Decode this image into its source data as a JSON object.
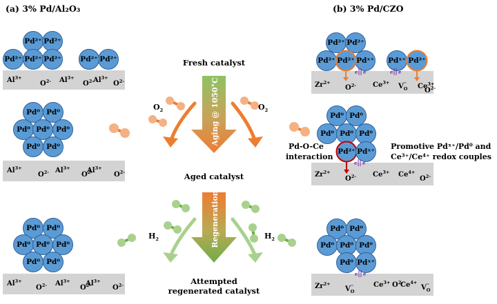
{
  "titles": {
    "left": "(a) 3% Pd/Al₂O₃",
    "right": "(b) 3% Pd/CZO"
  },
  "center": {
    "fresh": "Fresh catalyst",
    "aging": "Aging @ 1050°C",
    "aged": "Aged catalyst",
    "regen_arrow": "Regeneration",
    "attempted_1": "Attempted",
    "attempted_2": "regenerated catalyst",
    "o2_label": "O",
    "o2_sub": "2",
    "h2_label": "H",
    "h2_sub": "2"
  },
  "notes": {
    "pdoce_1": "Pd-O-Ce",
    "pdoce_2": "interaction",
    "promo_1": "Promotive Pdˣ⁺/Pd⁰ and",
    "promo_2": "Ce³⁺/Ce⁴⁺ redox couples"
  },
  "particle_labels": {
    "pd2": "Pd²⁺",
    "pd0": "Pd⁰",
    "pdx": "Pdˣ⁺"
  },
  "support_labels": {
    "al": "Al",
    "al_sup": "3+",
    "o": "O",
    "o_sup": "2-",
    "zr": "Zr",
    "zr_sup": "2+",
    "ce": "Ce",
    "ce3_sup": "3+",
    "ce4_sup": "4+",
    "v": "V",
    "v_sub": "O",
    "v_sup": "··"
  },
  "electron": "e",
  "colors": {
    "pd_fill": "#5b9bd5",
    "pd_stroke": "#2e5f99",
    "support": "#d3d3d3",
    "orange": "#ed7d31",
    "orange_light": "#f4b183",
    "green": "#70ad47",
    "green_light": "#a9d18e",
    "red": "#c00000",
    "purple": "#7030a0"
  }
}
